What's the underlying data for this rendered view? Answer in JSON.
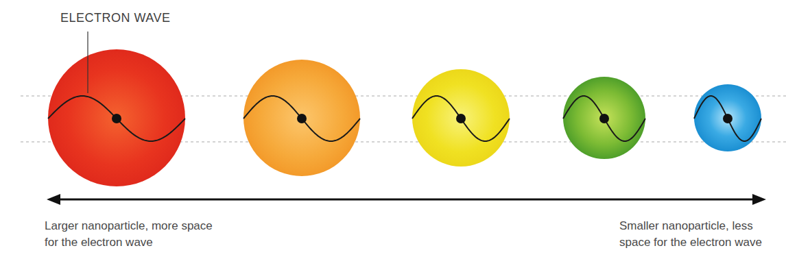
{
  "diagram": {
    "labels": [
      "ELECTRON WAVE",
      "Larger nanoparticle, more space for the electron wave",
      "Smaller nanoparticle, less space for the electron wave"
    ]
  }
}
